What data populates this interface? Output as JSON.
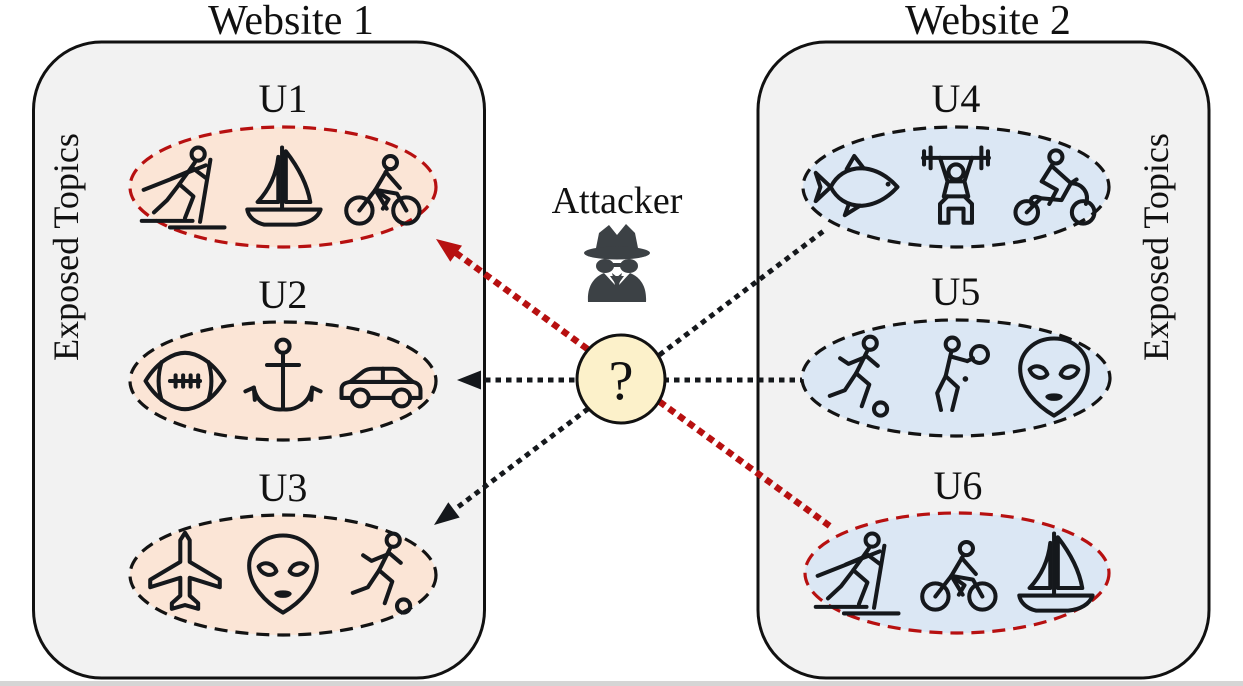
{
  "attacker": {
    "label": "Attacker",
    "symbol": "?"
  },
  "websites": [
    {
      "title": "Website 1",
      "side_label": "Exposed Topics",
      "users": [
        {
          "label": "U1",
          "highlighted": true,
          "topics": [
            "skier",
            "sailboat",
            "cyclist"
          ]
        },
        {
          "label": "U2",
          "highlighted": false,
          "topics": [
            "football",
            "anchor",
            "car"
          ]
        },
        {
          "label": "U3",
          "highlighted": false,
          "topics": [
            "airplane",
            "alien",
            "runner"
          ]
        }
      ]
    },
    {
      "title": "Website 2",
      "side_label": "Exposed Topics",
      "users": [
        {
          "label": "U4",
          "highlighted": false,
          "topics": [
            "shark",
            "weightlifter",
            "motorcyclist"
          ]
        },
        {
          "label": "U5",
          "highlighted": false,
          "topics": [
            "runner",
            "tennis-player",
            "alien"
          ]
        },
        {
          "label": "U6",
          "highlighted": true,
          "topics": [
            "skier",
            "cyclist",
            "sailboat"
          ]
        }
      ]
    }
  ],
  "links": [
    {
      "from": "U6",
      "to": "U1",
      "style": "red-dotted-arrow",
      "matched": true
    },
    {
      "from": "U5",
      "to": "U2",
      "style": "black-dotted-arrow",
      "matched": false
    },
    {
      "from": "U4",
      "to": "U3",
      "style": "black-dotted-arrow",
      "matched": false
    }
  ],
  "colors": {
    "highlight_red": "#b71010",
    "line_ink": "#15181c",
    "left_ellipse_fill": "#fbe5d6",
    "right_ellipse_fill": "#dbe7f4",
    "panel_fill": "#f2f2f2",
    "panel_stroke": "#111111",
    "attacker_circle_fill": "#fcf1ca",
    "spy_fill": "#3c4145",
    "text": "#111111",
    "bottom_strip": "#d5d5d5"
  }
}
